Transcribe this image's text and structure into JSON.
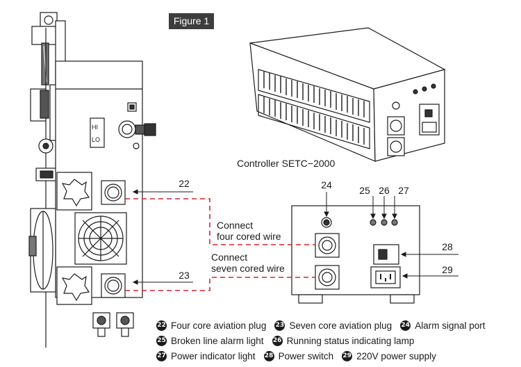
{
  "figure_label": "Figure 1",
  "controller_caption": "Controller SETC−2000",
  "callouts": {
    "n22": "22",
    "n23": "23",
    "n24": "24",
    "n25": "25",
    "n26": "26",
    "n27": "27",
    "n28": "28",
    "n29": "29"
  },
  "connections": {
    "four_line1": "Connect",
    "four_line2": "four cored wire",
    "seven_line1": "Connect",
    "seven_line2": "seven cored wire"
  },
  "machine_labels": {
    "hi": "HI",
    "lo": "LO"
  },
  "legend": {
    "rows": [
      [
        {
          "num": "22",
          "text": "Four core aviation plug"
        },
        {
          "num": "23",
          "text": "Seven core aviation plug"
        },
        {
          "num": "24",
          "text": "Alarm signal port"
        }
      ],
      [
        {
          "num": "25",
          "text": "Broken line alarm light"
        },
        {
          "num": "26",
          "text": "Running status indicating lamp"
        }
      ],
      [
        {
          "num": "27",
          "text": "Power indicator light"
        },
        {
          "num": "28",
          "text": "Power switch"
        },
        {
          "num": "29",
          "text": "220V power supply"
        }
      ]
    ]
  },
  "colors": {
    "dashed_wire": "#d9242b",
    "figure_tag_bg": "#3d3d3d",
    "line": "#1a1a1a"
  }
}
